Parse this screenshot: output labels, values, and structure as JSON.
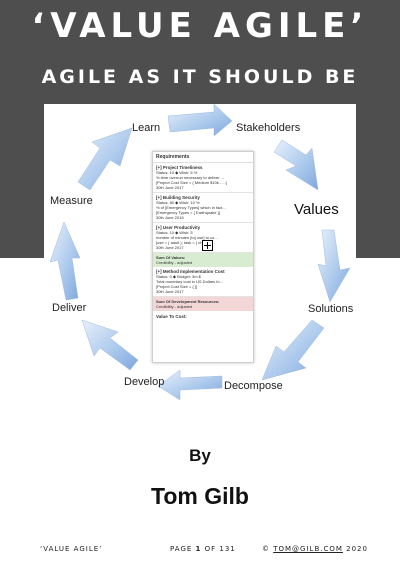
{
  "cover": {
    "title": "‘VALUE AGILE’",
    "subtitle": "AGILE AS IT SHOULD BE"
  },
  "cycle": {
    "labels": {
      "learn": "Learn",
      "stakeholders": "Stakeholders",
      "values": "Values",
      "solutions": "Solutions",
      "decompose": "Decompose",
      "develop": "Develop",
      "deliver": "Deliver",
      "measure": "Measure"
    }
  },
  "card": {
    "heading": "Requirements",
    "items": [
      {
        "name": "[+] Project Timeliness",
        "line1": "Status: 10 ◆  Wish: 5 %",
        "line2": "% time overrun necessary to deliver ...",
        "line3": "[Project Cost Size = { Medium $10k - ...]",
        "date": "30th June 2017"
      },
      {
        "name": "[+] Building Security",
        "line1": "Status: 80 ◆  Wish: 10 %",
        "line2": "% of [Emergency Types] which in fact...",
        "line3": "[Emergency Types = { Earthquake }]",
        "date": "30th June 2018"
      },
      {
        "name": "[+] User Productivity",
        "line1": "Status: 10 ◆  Wish: 5",
        "line2": "number of minutes [to] use] to co...",
        "line3": "[use = { adult }, task = { ch...}]",
        "date": "30th June 2017"
      }
    ],
    "sum_values": "Sum Of Values:",
    "sum_values_sub": "Credibility - adjusted",
    "cost_item": {
      "name": "[+] Method Implementation Cost",
      "line1": "Status: 0 ◆  Budget: 3m $",
      "line2": "Total monetary cost in US Dollars fo...",
      "line3": "[Project Cost Size = { }]",
      "date": "30th June 2017"
    },
    "sum_resources": "Sum Of Development Resources:",
    "sum_resources_sub": "Credibility - adjusted",
    "value_to_cost": "Value To Cost:"
  },
  "credits": {
    "by": "By",
    "author": "Tom Gilb"
  },
  "footer": {
    "book": "‘VALUE AGILE’",
    "page_prefix": "PAGE ",
    "page_num": "1",
    "page_of": " OF 131",
    "copyright": "©",
    "email": "TOM@GILB.COM",
    "year": " 2020"
  }
}
